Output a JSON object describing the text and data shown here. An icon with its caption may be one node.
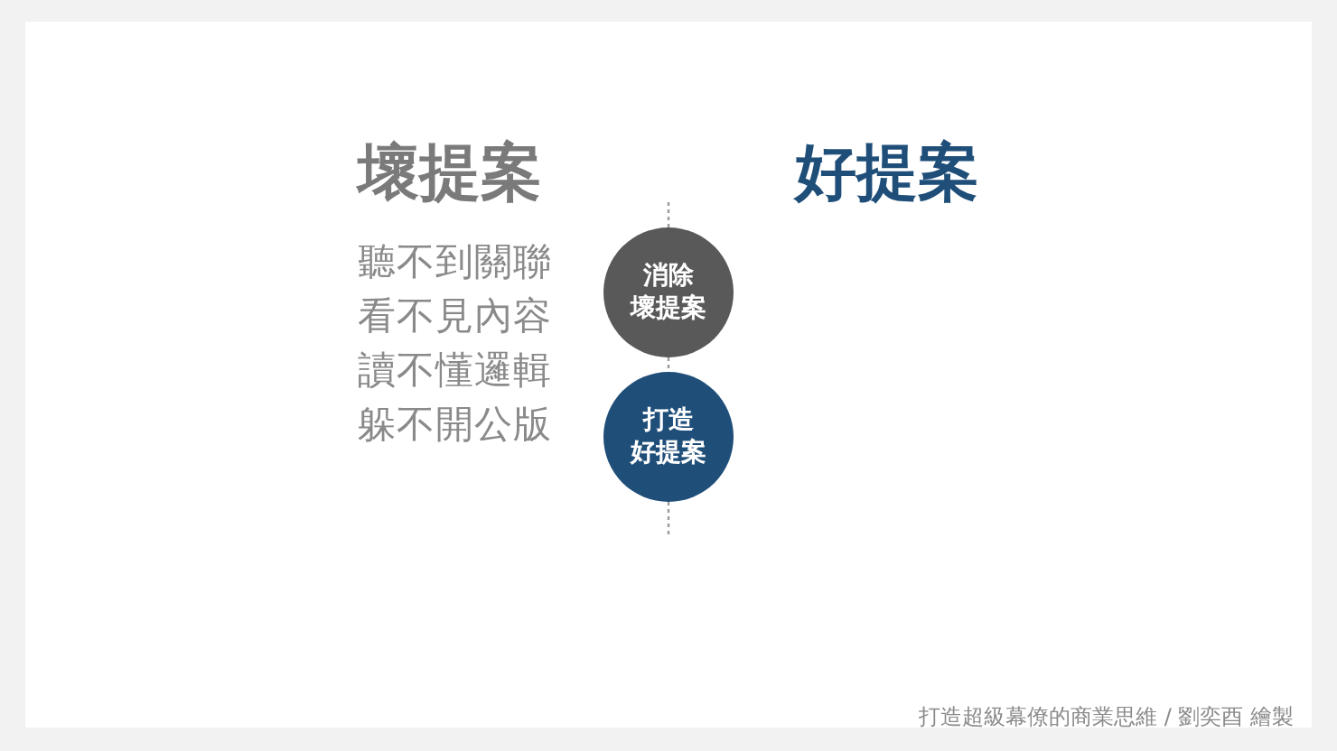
{
  "diagram": {
    "caption": "打造超級幕僚的商業思維 / 劉奕酉 繪製",
    "nodes": [
      {
        "text": [
          "消除壞提案"
        ]
      },
      {
        "text": [
          "打造好提案"
        ]
      }
    ],
    "edges": [
      {
        "from": null,
        "to": 0,
        "arrow": "none",
        "style": "dashed"
      },
      {
        "from": 0,
        "to": 1,
        "arrow": "none",
        "style": "dashed"
      },
      {
        "from": 1,
        "to": null,
        "arrow": "none",
        "style": "dashed"
      }
    ],
    "labels": [
      "壞提案",
      "好提案",
      "聽不到關聯",
      "看不見內容",
      "讀不懂邏輯",
      "躲不開公版"
    ]
  }
}
